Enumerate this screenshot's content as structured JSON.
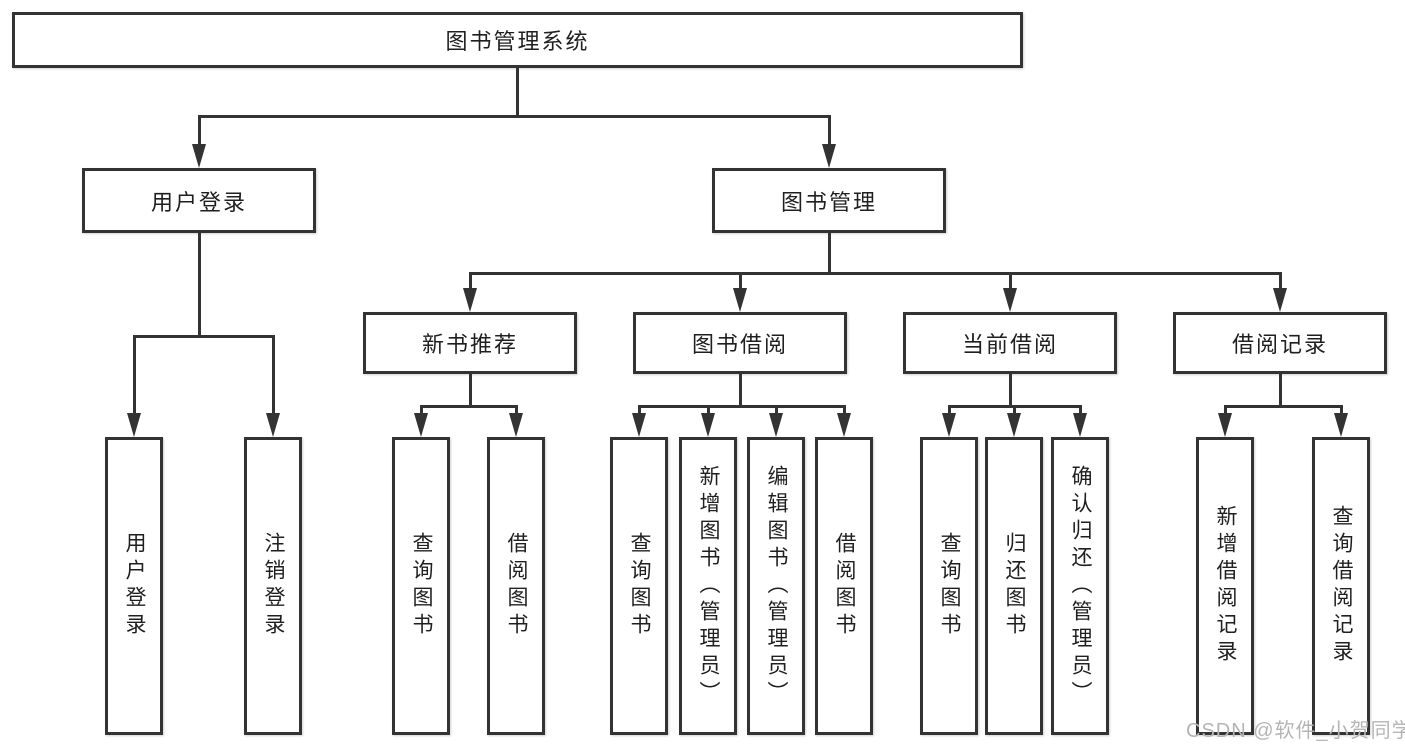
{
  "nodes": {
    "root": "图书管理系统",
    "level2": [
      "用户登录",
      "图书管理"
    ],
    "level3": [
      "新书推荐",
      "图书借阅",
      "当前借阅",
      "借阅记录"
    ],
    "leaves": [
      "用户登录",
      "注销登录",
      "查询图书",
      "借阅图书",
      "查询图书",
      "新增图书（管理员）",
      "编辑图书（管理员）",
      "借阅图书",
      "查询图书",
      "归还图书",
      "确认归还（管理员）",
      "新增借阅记录",
      "查询借阅记录"
    ]
  },
  "watermark": "CSDN @软件_小贺同学",
  "colors": {
    "line": "#333333",
    "text": "#1f1f1f",
    "box_background": "#ffffff",
    "watermark": "#b5b5b5"
  }
}
